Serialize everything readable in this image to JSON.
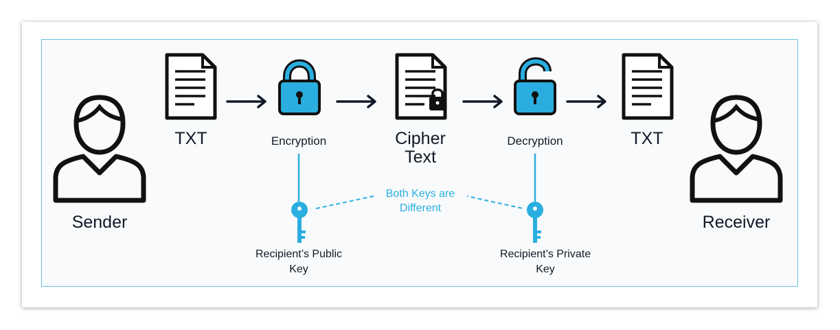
{
  "sender": {
    "label": "Sender"
  },
  "receiver": {
    "label": "Receiver"
  },
  "plain_doc_left": {
    "label": "TXT"
  },
  "plain_doc_right": {
    "label": "TXT"
  },
  "encryption": {
    "label": "Encryption"
  },
  "decryption": {
    "label": "Decryption"
  },
  "cipher_text": {
    "line1": "Cipher",
    "line2": "Text"
  },
  "public_key": {
    "line1": "Recipient’s Public",
    "line2": "Key"
  },
  "private_key": {
    "line1": "Recipient’s Private",
    "line2": "Key"
  },
  "key_note": {
    "line1": "Both Keys are",
    "line2": "Different"
  },
  "colors": {
    "accent": "#2aaee0",
    "frame": "#64c4e6",
    "ink": "#111827"
  },
  "icons": [
    "person-icon",
    "document-icon",
    "padlock-locked-icon",
    "padlock-unlocked-icon",
    "key-icon",
    "arrow-right-icon"
  ]
}
